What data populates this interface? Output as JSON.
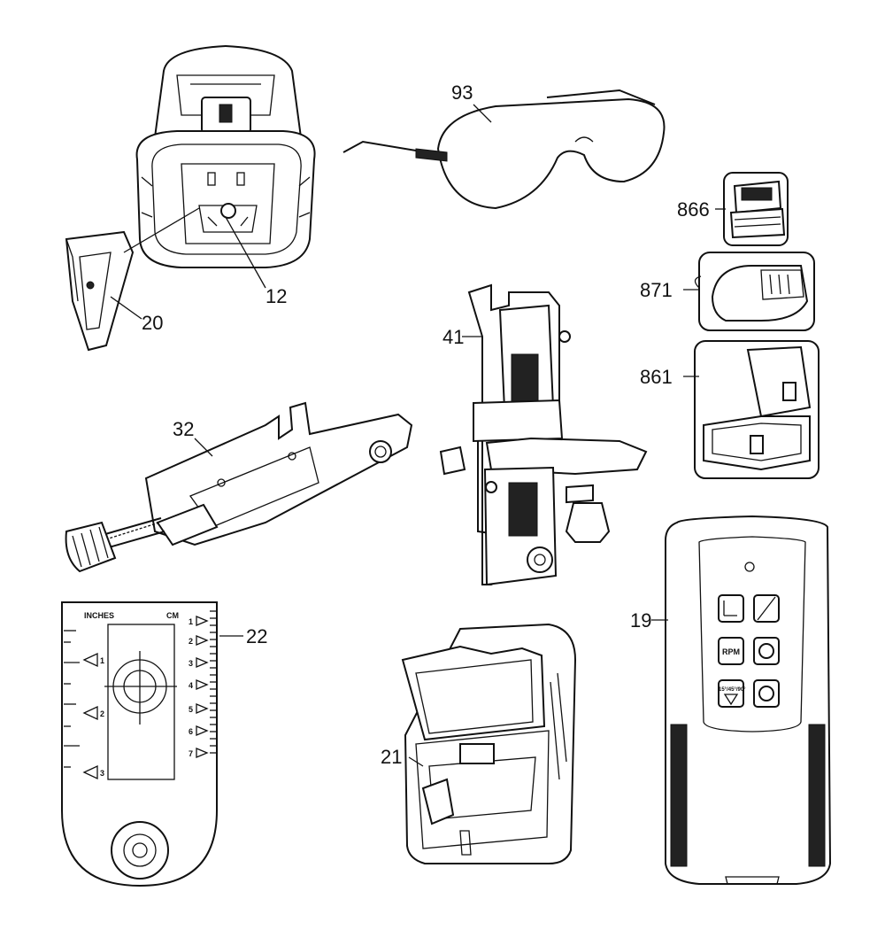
{
  "callouts": {
    "p93": "93",
    "p866": "866",
    "p871": "871",
    "p861": "861",
    "p12": "12",
    "p20": "20",
    "p41": "41",
    "p32": "32",
    "p22": "22",
    "p19": "19",
    "p21": "21"
  },
  "target_card": {
    "inches_label": "INCHES",
    "cm_label": "CM",
    "inch_marks": [
      "1",
      "2",
      "3"
    ],
    "cm_marks": [
      "1",
      "2",
      "3",
      "4",
      "5",
      "6",
      "7"
    ]
  },
  "remote": {
    "rpm_label": "RPM",
    "angle_label": "15°/45°/90°"
  }
}
